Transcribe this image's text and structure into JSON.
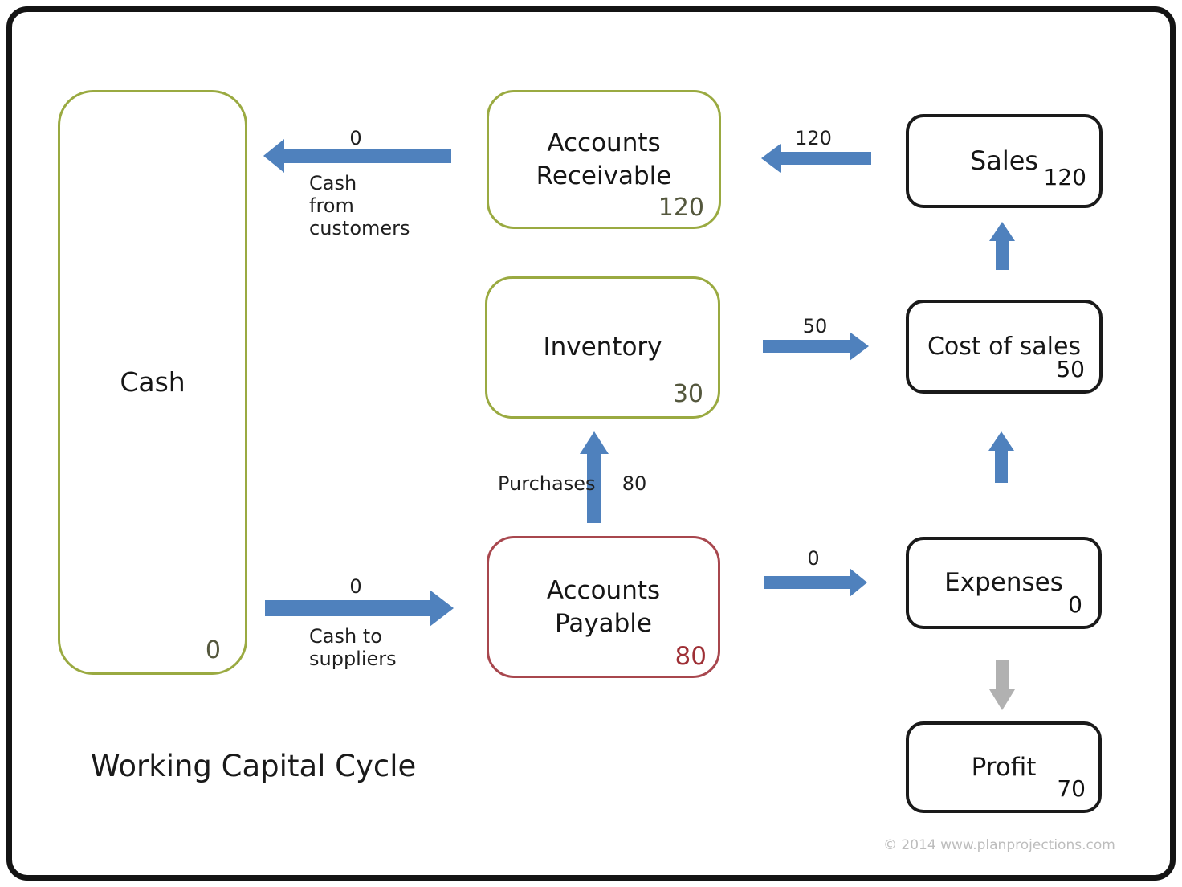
{
  "title": "Working Capital Cycle",
  "copyright": "© 2014 www.planprojections.com",
  "colors": {
    "arrow_blue": "#4f81bd",
    "arrow_gray": "#b1b1b1",
    "green_border": "#9aaa41",
    "red_border": "#a8474e",
    "black_border": "#1a1a1a",
    "olive_value": "#54573d",
    "red_value": "#9e2f35"
  },
  "boxes": {
    "cash": {
      "label": "Cash",
      "value": "0"
    },
    "accounts_receivable": {
      "label": "Accounts Receivable",
      "value": "120"
    },
    "inventory": {
      "label": "Inventory",
      "value": "30"
    },
    "accounts_payable": {
      "label": "Accounts Payable",
      "value": "80"
    },
    "sales": {
      "label": "Sales",
      "value": "120"
    },
    "cost_of_sales": {
      "label": "Cost of sales",
      "value": "50"
    },
    "expenses": {
      "label": "Expenses",
      "value": "0"
    },
    "profit": {
      "label": "Profit",
      "value": "70"
    }
  },
  "flows": {
    "receivables_to_cash": {
      "value": "0",
      "label": "Cash from customers"
    },
    "sales_to_receivables": {
      "value": "120"
    },
    "inventory_to_cost_of_sales": {
      "value": "50"
    },
    "payables_to_inventory": {
      "label": "Purchases",
      "value": "80"
    },
    "cash_to_payables": {
      "value": "0",
      "label": "Cash to suppliers"
    },
    "payables_to_expenses": {
      "value": "0"
    }
  }
}
